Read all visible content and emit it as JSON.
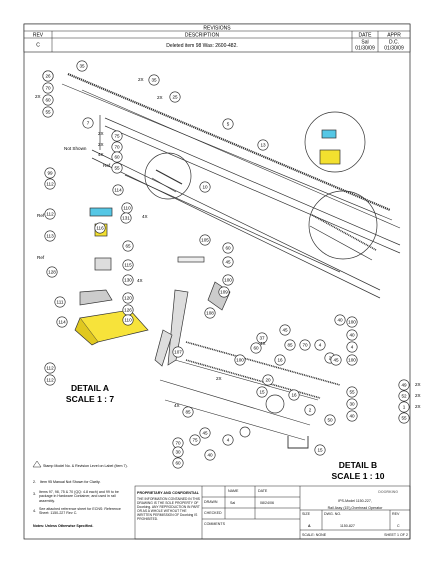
{
  "revision_block": {
    "title": "REVISIONS",
    "headers": {
      "rev": "REV",
      "description": "DESCRIPTION",
      "date": "DATE",
      "appr": "APPR"
    },
    "rows": [
      {
        "rev": "C",
        "description": "Deleted item 98 Was: 2600-482.",
        "date": [
          "Sal",
          "01/30/09"
        ],
        "appr": [
          "D.C.",
          "01/30/09"
        ]
      }
    ]
  },
  "balloons": [
    "75",
    "70",
    "60",
    "55",
    "35",
    "35",
    "25",
    "5",
    "13",
    "10",
    "7",
    "75",
    "70",
    "60",
    "55",
    "99",
    "112",
    "114",
    "110",
    "131",
    "112",
    "113",
    "116",
    "65",
    "115",
    "130",
    "120",
    "111",
    "126",
    "114",
    "112",
    "112",
    "110",
    "128",
    "105",
    "109",
    "108",
    "107",
    "100",
    "40",
    "4",
    "20",
    "2",
    "37",
    "45",
    "85",
    "70",
    "4",
    "45",
    "100",
    "85",
    "75",
    "70",
    "30",
    "60",
    "45",
    "49",
    "52",
    "1",
    "55",
    "60",
    "45",
    "100",
    "15",
    "55",
    "30",
    "40",
    "40",
    "60",
    "100",
    "16",
    "16",
    "15",
    "40",
    "4",
    "2",
    "50",
    "26"
  ],
  "labels": {
    "not_shown": "Not Shown",
    "ref": "Ref",
    "x2": "2X",
    "x4": "4X",
    "x6": "6X"
  },
  "details": {
    "a_title": "DETAIL A",
    "a_scale": "SCALE 1 : 7",
    "b_title": "DETAIL B",
    "b_scale": "SCALE 1 : 10"
  },
  "notes": [
    "Stamp Model No. & Revision Level on Label (Item 7).",
    "Item 95 Manual Not Shown for Clarity.",
    "Items 97, 98, 75 & 70 (QQ: 4.8 each) and 99 to be package in Hardware Container, and used in rail assembly.",
    "See attached reference sheet for ECNS: Reference Sheet: 1150-227 Rev C."
  ],
  "notes_footer": "Notes: Unless Otherwise Specified.",
  "note_marks": [
    "1.",
    "2.",
    "3.",
    "4."
  ],
  "title_block": {
    "proprietary_title": "PROPRIETARY AND CONFIDENTIAL",
    "proprietary_text": "THE INFORMATION CONTAINED IN THIS DRAWING IS THE SOLE PROPERTY OF Doorking. ANY REPRODUCTION IN PART OR AS A WHOLE WITHOUT THE WRITTEN PERMISSION OF Doorking IS PROHIBITED.",
    "drawn_label": "DRAWN",
    "checked_label": "CHECKED",
    "comments_label": "COMMENTS",
    "name_label": "NAME",
    "date_label": "DATE",
    "drawn_name": "Sal",
    "drawn_date": "08/24/06",
    "company": "DOORKING",
    "title_line1": "IPS-Model 1150-227,",
    "title_line2": "Rail Assy (15'),Overhead Operator",
    "size_label": "SIZE",
    "dwg_label": "DWG. NO.",
    "rev_label": "REV",
    "size": "A",
    "dwg_no": "1150-827",
    "rev": "C",
    "sheet": "SHEET 1 OF 2",
    "scale_label": "SCALE: NONE"
  }
}
